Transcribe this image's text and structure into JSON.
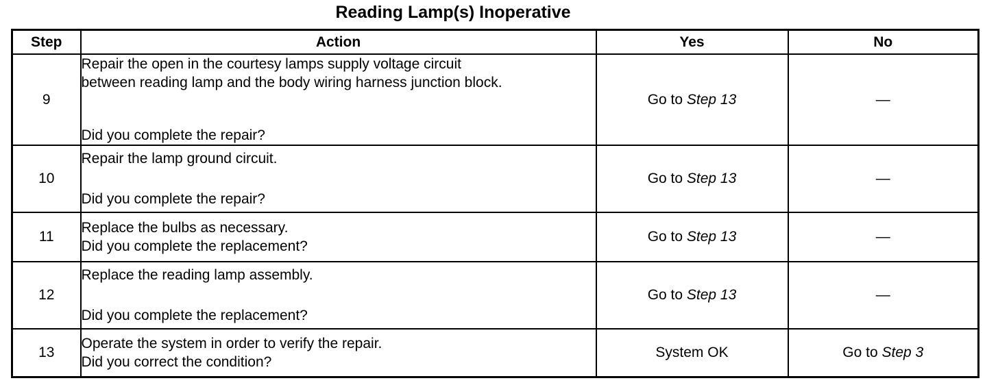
{
  "title": "Reading Lamp(s) Inoperative",
  "headers": {
    "step": "Step",
    "action": "Action",
    "yes": "Yes",
    "no": "No"
  },
  "rows": [
    {
      "step": "9",
      "action_lines": [
        "Repair the open in the courtesy lamps supply voltage circuit",
        "between reading lamp and the body wiring harness junction block."
      ],
      "question": "Did you complete the repair?",
      "yes_prefix": "Go to ",
      "yes_ref": "Step 13",
      "no": "—"
    },
    {
      "step": "10",
      "action_lines": [
        "Repair the lamp ground circuit."
      ],
      "question": "Did you complete the repair?",
      "yes_prefix": "Go to ",
      "yes_ref": "Step 13",
      "no": "—"
    },
    {
      "step": "11",
      "action_lines": [
        "Replace the bulbs as necessary."
      ],
      "question": "Did you complete the replacement?",
      "yes_prefix": "Go to ",
      "yes_ref": "Step 13",
      "no": "—"
    },
    {
      "step": "12",
      "action_lines": [
        "Replace the reading lamp assembly."
      ],
      "question": "Did you complete the replacement?",
      "yes_prefix": "Go to ",
      "yes_ref": "Step 13",
      "no": "—"
    },
    {
      "step": "13",
      "action_lines": [
        "Operate the system in order to verify the repair."
      ],
      "question": "Did you correct the condition?",
      "yes_text": "System OK",
      "no_prefix": "Go to ",
      "no_ref": "Step 3"
    }
  ]
}
